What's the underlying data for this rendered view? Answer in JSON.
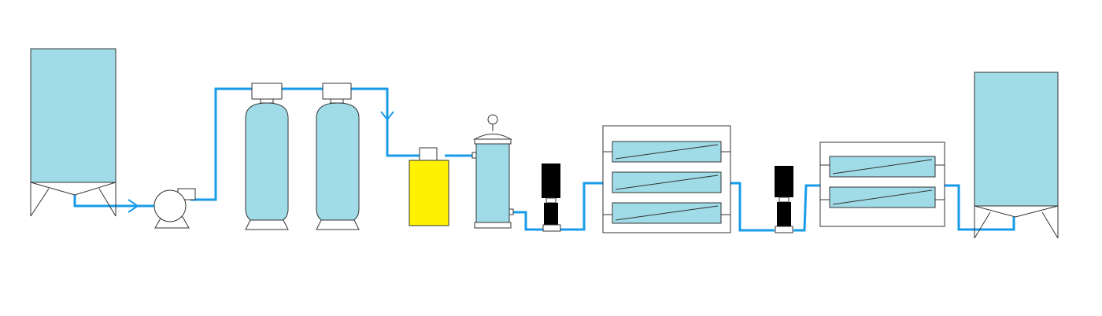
{
  "diagram": {
    "type": "water-treatment-process-flow",
    "colors": {
      "water": "#a0dbe8",
      "pipe": "#1a9be8",
      "dosing_tank": "#fff200",
      "pump_motor": "#000000",
      "outline": "#333333",
      "background": "#ffffff"
    },
    "components": [
      "raw-water-tank",
      "raw-water-pump",
      "filter-vessel-1",
      "filter-vessel-2",
      "dosing-tank",
      "cartridge-filter",
      "high-pressure-pump-1",
      "ro-rack-stage-1",
      "high-pressure-pump-2",
      "ro-rack-stage-2",
      "product-water-tank"
    ],
    "ro_rack_1_membranes": 3,
    "ro_rack_2_membranes": 2
  }
}
